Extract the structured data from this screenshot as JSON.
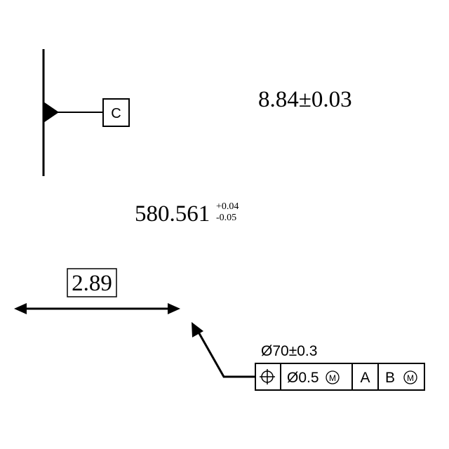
{
  "datum_feature": {
    "label": "C"
  },
  "dimension_symmetric": {
    "text": "8.84±0.03"
  },
  "dimension_asymmetric": {
    "nominal": "580.561",
    "upper": "+0.04",
    "lower": "-0.05"
  },
  "basic_dimension": {
    "value": "2.89"
  },
  "feature_control_frame": {
    "size_dimension": "Ø70±0.3",
    "characteristic_icon": "position-icon",
    "tolerance": "Ø0.5",
    "tolerance_modifier": "M",
    "datum_primary": "A",
    "datum_secondary": "B",
    "datum_secondary_modifier": "M"
  }
}
